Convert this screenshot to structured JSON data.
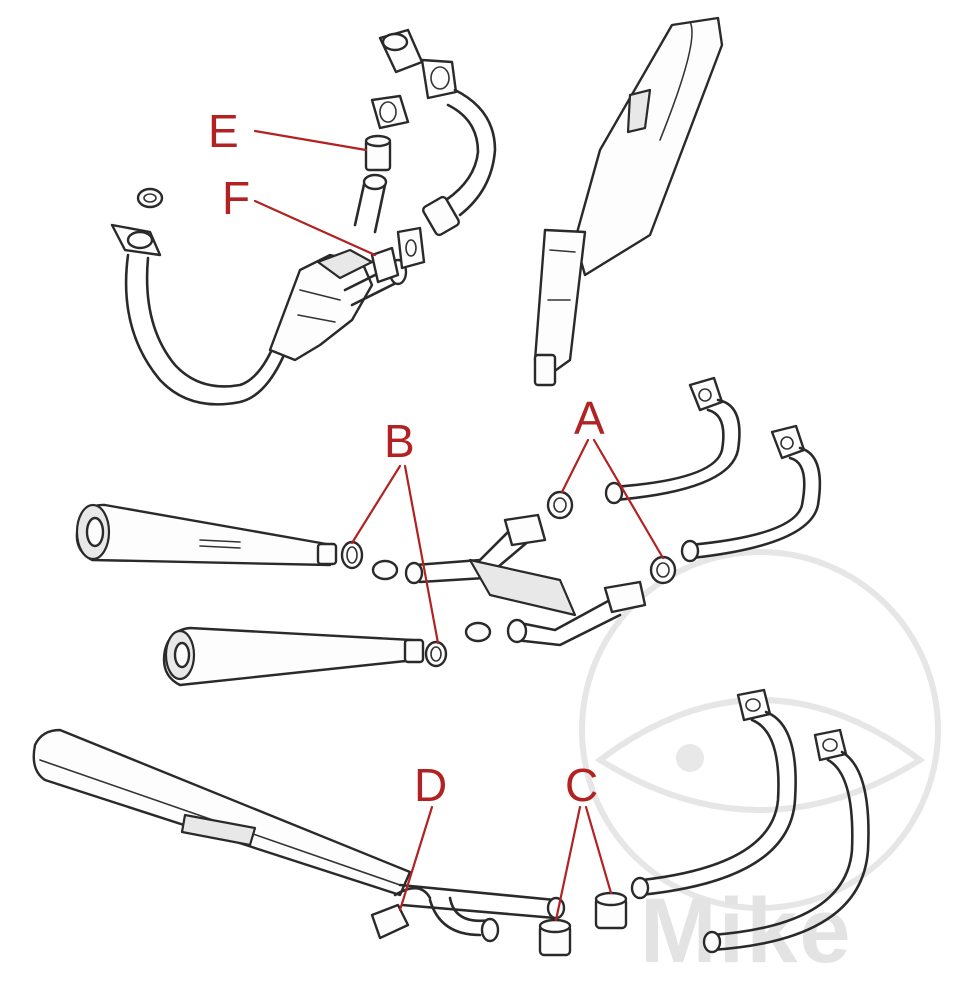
{
  "labels": {
    "a": "A",
    "b": "B",
    "c": "C",
    "d": "D",
    "e": "E",
    "f": "F"
  },
  "watermark": {
    "text": "Mike",
    "color": "#e3e3e3"
  },
  "colors": {
    "label": "#b22222",
    "leader": "#b22222",
    "line_art": "#2a2a2a",
    "background": "#ffffff"
  }
}
